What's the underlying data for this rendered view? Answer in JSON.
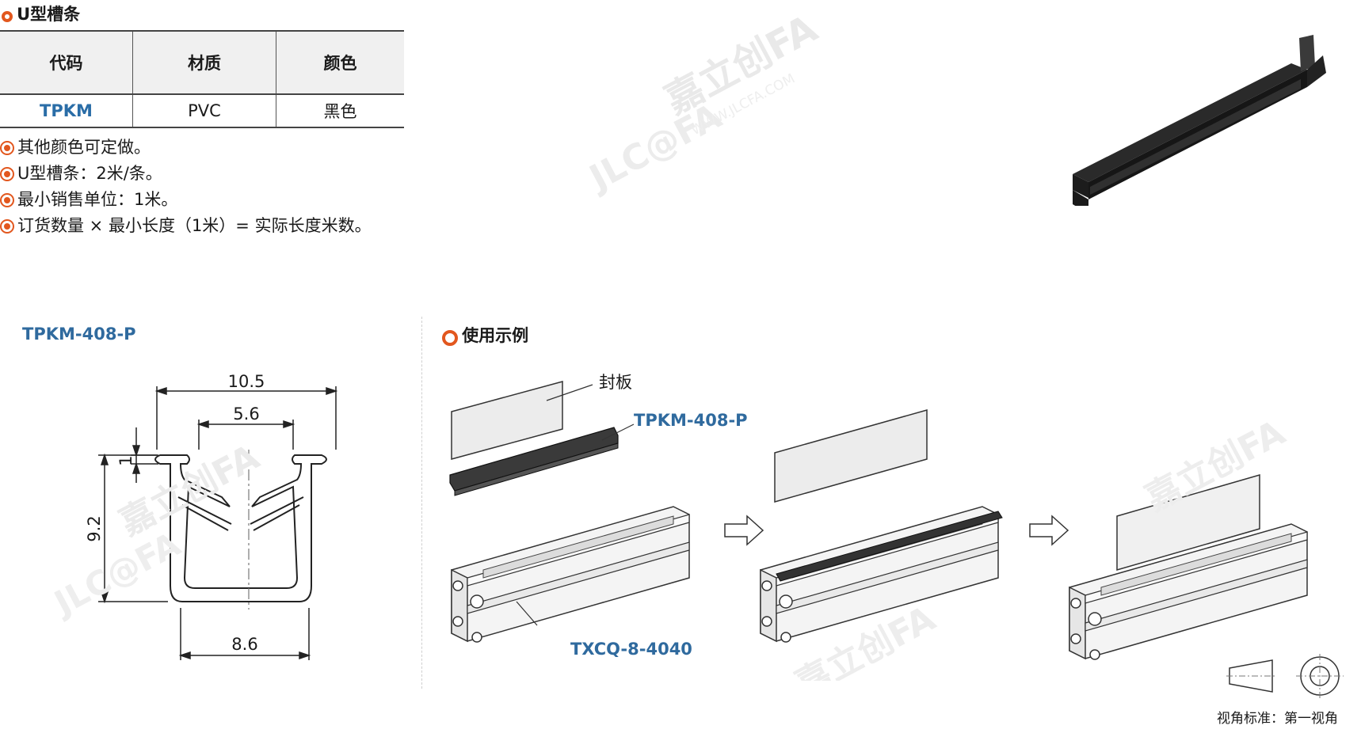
{
  "header": {
    "title": "U型槽条"
  },
  "table": {
    "headers": [
      "代码",
      "材质",
      "颜色"
    ],
    "rows": [
      {
        "code": "TPKM",
        "material": "PVC",
        "color": "黑色"
      }
    ]
  },
  "notes": [
    "其他颜色可定做。",
    "U型槽条：2米/条。",
    "最小销售单位：1米。",
    "订货数量 × 最小长度（1米）= 实际长度米数。"
  ],
  "drawing": {
    "part_label": "TPKM-408-P",
    "dims": {
      "top_width": "10.5",
      "opening": "5.6",
      "lip": "1",
      "height": "9.2",
      "bottom_width": "8.6"
    }
  },
  "usage": {
    "title": "使用示例",
    "labels": {
      "cover_plate": "封板",
      "strip": "TPKM-408-P",
      "profile": "TXCQ-8-4040"
    }
  },
  "footer": {
    "projection": "视角标准：第一视角"
  },
  "watermark": {
    "brand": "JLC@FA",
    "cn": "嘉立创FA",
    "url": "WWW.JLCFA.COM"
  },
  "colors": {
    "accent": "#e2571e",
    "blue": "#2f6a9e",
    "header_bg": "#f0f0f0"
  }
}
